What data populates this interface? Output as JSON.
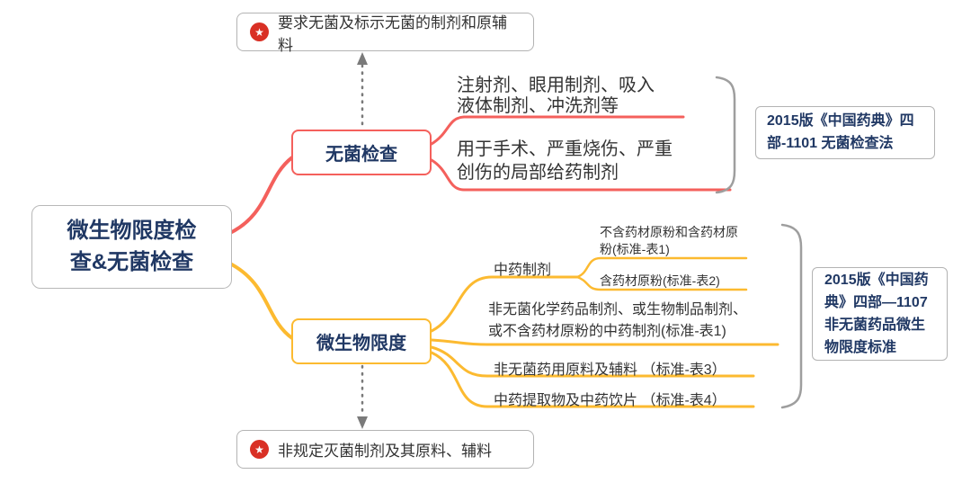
{
  "colors": {
    "red": "#f4605c",
    "yellow": "#fcba30",
    "navy": "#203864",
    "border_gray": "#b3b3b3",
    "star_red": "#d93025"
  },
  "icons": {
    "star": "★"
  },
  "central_node": {
    "label": "微生物限度检查&无菌检查"
  },
  "top_note": {
    "label": "要求无菌及标示无菌的制剂和原辅料"
  },
  "bottom_note": {
    "label": "非规定灭菌制剂及其原料、辅料"
  },
  "sterility_branch": {
    "node_label": "无菌检查",
    "items": [
      {
        "label": "注射剂、眼用制剂、吸入液体制剂、冲洗剂等"
      },
      {
        "label": "用于手术、严重烧伤、严重创伤的局部给药制剂"
      }
    ],
    "reference": "2015版《中国药典》四部-1101 无菌检查法"
  },
  "microbial_branch": {
    "node_label": "微生物限度",
    "tcm_group": {
      "label": "中药制剂",
      "items": [
        {
          "label": "不含药材原粉和含药材原粉(标准-表1)"
        },
        {
          "label": "含药材原粉(标准-表2)"
        }
      ]
    },
    "items": [
      {
        "label": "非无菌化学药品制剂、或生物制品制剂、或不含药材原粉的中药制剂(标准-表1)"
      },
      {
        "label": "非无菌药用原料及辅料 （标准-表3）"
      },
      {
        "label": "中药提取物及中药饮片 （标准-表4）"
      }
    ],
    "reference": "2015版《中国药典》四部—1107 非无菌药品微生物限度标准"
  }
}
